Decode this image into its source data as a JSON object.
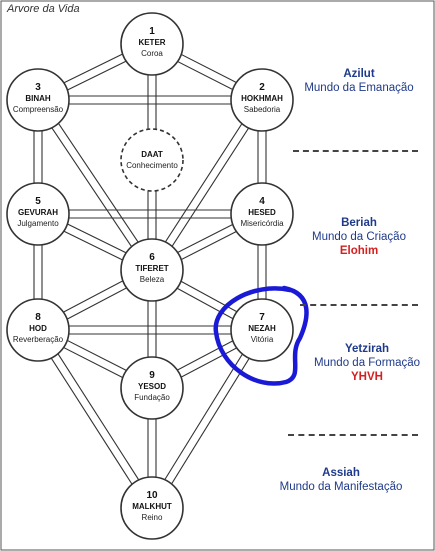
{
  "title": "Arvore da Vida",
  "sefirot": [
    {
      "id": "keter",
      "number": "1",
      "name": "KETER",
      "meaning": "Coroa"
    },
    {
      "id": "hokhmah",
      "number": "2",
      "name": "HOKHMAH",
      "meaning": "Sabedoria"
    },
    {
      "id": "binah",
      "number": "3",
      "name": "BINAH",
      "meaning": "Compreensão"
    },
    {
      "id": "daat",
      "number": "",
      "name": "DAAT",
      "meaning": "Conhecimento"
    },
    {
      "id": "hesed",
      "number": "4",
      "name": "HESED",
      "meaning": "Misericórdia"
    },
    {
      "id": "gevurah",
      "number": "5",
      "name": "GEVURAH",
      "meaning": "Julgamento"
    },
    {
      "id": "tiferet",
      "number": "6",
      "name": "TIFERET",
      "meaning": "Beleza"
    },
    {
      "id": "nezah",
      "number": "7",
      "name": "NEZAH",
      "meaning": "Vitória"
    },
    {
      "id": "hod",
      "number": "8",
      "name": "HOD",
      "meaning": "Reverberação"
    },
    {
      "id": "yesod",
      "number": "9",
      "name": "YESOD",
      "meaning": "Fundação"
    },
    {
      "id": "malkhut",
      "number": "10",
      "name": "MALKHUT",
      "meaning": "Reino"
    }
  ],
  "paths": [
    [
      "keter",
      "hokhmah"
    ],
    [
      "keter",
      "binah"
    ],
    [
      "keter",
      "tiferet"
    ],
    [
      "hokhmah",
      "binah"
    ],
    [
      "hokhmah",
      "hesed"
    ],
    [
      "binah",
      "gevurah"
    ],
    [
      "hokhmah",
      "tiferet"
    ],
    [
      "binah",
      "tiferet"
    ],
    [
      "hesed",
      "gevurah"
    ],
    [
      "hesed",
      "tiferet"
    ],
    [
      "gevurah",
      "tiferet"
    ],
    [
      "hesed",
      "nezah"
    ],
    [
      "gevurah",
      "hod"
    ],
    [
      "tiferet",
      "nezah"
    ],
    [
      "tiferet",
      "hod"
    ],
    [
      "tiferet",
      "yesod"
    ],
    [
      "nezah",
      "hod"
    ],
    [
      "nezah",
      "yesod"
    ],
    [
      "hod",
      "yesod"
    ],
    [
      "yesod",
      "malkhut"
    ],
    [
      "nezah",
      "malkhut"
    ],
    [
      "hod",
      "malkhut"
    ]
  ],
  "worlds": {
    "azilut": {
      "name": "Azilut",
      "description": "Mundo da Emanação"
    },
    "beriah": {
      "name": "Beriah",
      "description": "Mundo da Criação",
      "divine_name": "Elohim"
    },
    "yetzirah": {
      "name": "Yetzirah",
      "description": "Mundo da Formação",
      "divine_name": "YHVH"
    },
    "assiah": {
      "name": "Assiah",
      "description": "Mundo da Manifestação"
    }
  },
  "colors": {
    "line": "#333333",
    "circle_fill": "#ffffff",
    "world_text": "#1f3a8a",
    "divine_name": "#d32020",
    "highlight": "#1a1ad6"
  },
  "highlighted_sefirah": "nezah"
}
